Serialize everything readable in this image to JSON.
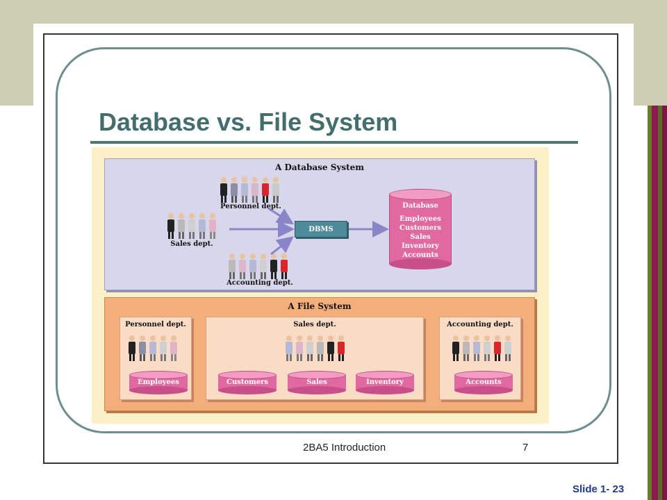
{
  "slide_title": "Database vs. File System",
  "database_system": {
    "title": "A Database System",
    "personnel_label": "Personnel dept.",
    "sales_label": "Sales dept.",
    "accounting_label": "Accounting dept.",
    "dbms_label": "DBMS",
    "database": {
      "title": "Database",
      "items": [
        "Employees",
        "Customers",
        "Sales",
        "Inventory",
        "Accounts"
      ]
    }
  },
  "file_system": {
    "title": "A File System",
    "personnel": {
      "label": "Personnel dept.",
      "files": [
        "Employees"
      ]
    },
    "sales": {
      "label": "Sales dept.",
      "files": [
        "Customers",
        "Sales",
        "Inventory"
      ]
    },
    "accounting": {
      "label": "Accounting dept.",
      "files": [
        "Accounts"
      ]
    }
  },
  "footer": {
    "text": "2BA5 Introduction",
    "page": "7"
  },
  "slide_number": "Slide 1- 23",
  "colors": {
    "title": "#446d6d",
    "db_panel": "#d7d6ea",
    "fs_panel": "#f4ae7c",
    "cylinder": "#e06aa0",
    "dbms": "#4f8a9a",
    "arrow": "#8a85c9",
    "slide_number": "#1f3a93"
  }
}
